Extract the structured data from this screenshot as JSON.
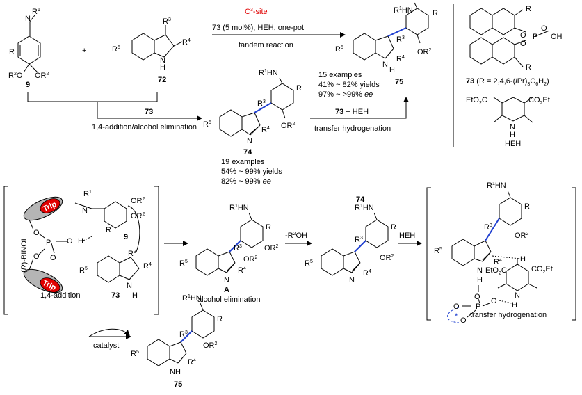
{
  "scheme_top": {
    "reactant_imine": {
      "compound": "9"
    },
    "reactant_indole": {
      "compound": "72"
    },
    "plus": "+",
    "upper_arrow": {
      "site_label": "C3-site",
      "conditions": "73 (5 mol%), HEH, one-pot",
      "mode": "tandem reaction"
    },
    "lower_arrow": {
      "catalyst": "73",
      "description": "1,4-addition/alcohol elimination"
    },
    "intermediate_74": {
      "compound": "74",
      "examples": "19 examples",
      "yields": "54% ~ 99% yields",
      "ee": "82% ~ 99% ee"
    },
    "second_arrow": {
      "reagents": "73 + HEH",
      "description": "transfer hydrogenation"
    },
    "product_75": {
      "compound": "75",
      "examples": "15 examples",
      "yields": "41% ~ 82% yields",
      "ee": "97% ~ >99% ee"
    },
    "catalyst_panel": {
      "compound": "73",
      "r_definition": "(R = 2,4,6-(iPr)3C6H2)",
      "hantzsch_label": "HEH"
    }
  },
  "scheme_mechanism": {
    "ts1_label_binol": "(R)-BINOL",
    "ts1_trip": "Trip",
    "ts1_step": "1,4-addition",
    "ts1_compounds": [
      "9",
      "73"
    ],
    "intermediate_A": "A",
    "elimination_label": "alcohol elimination",
    "minus_alcohol": "-R2OH",
    "compound_74": "74",
    "heh_label": "HEH",
    "ts2_step": "transfer hydrogenation",
    "catalyst_label": "catalyst",
    "final_compound": "75"
  },
  "colors": {
    "accent_red": "#e00000",
    "stereo_blue": "#1f3fd0"
  }
}
